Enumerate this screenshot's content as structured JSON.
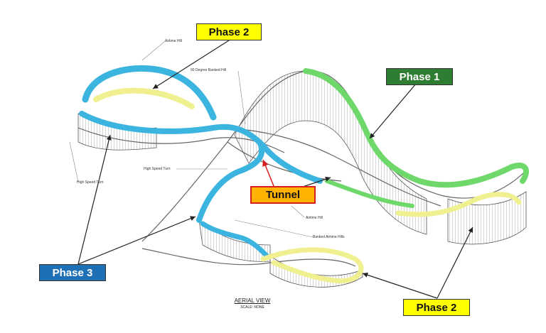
{
  "callouts": {
    "phase2_top": "Phase 2",
    "phase1": "Phase 1",
    "tunnel": "Tunnel",
    "phase3": "Phase 3",
    "phase2_bottom": "Phase 2"
  },
  "labels": {
    "airtime_hill_top": "Airtime Hill",
    "banked_hill": "90 Degree Banked Hill",
    "high_speed_turn_center": "High Speed Turn",
    "high_speed_turn_left": "High Speed Turn",
    "airtime_hill_mid": "Airtime Hill",
    "banked_airtime_hills": "Banked Airtime Hills"
  },
  "footer": {
    "title": "AERIAL VIEW",
    "scale": "SCALE: NONE"
  },
  "colors": {
    "phase1_box": "#2e7d32",
    "phase2_box": "#ffff00",
    "phase3_box": "#1f6fb5",
    "tunnel_box": "#ffb300",
    "track_blue": "#3cb4e0",
    "track_green": "#6fd86a",
    "track_yellow": "#f0f090",
    "tunnel_arrow": "#d62020"
  }
}
